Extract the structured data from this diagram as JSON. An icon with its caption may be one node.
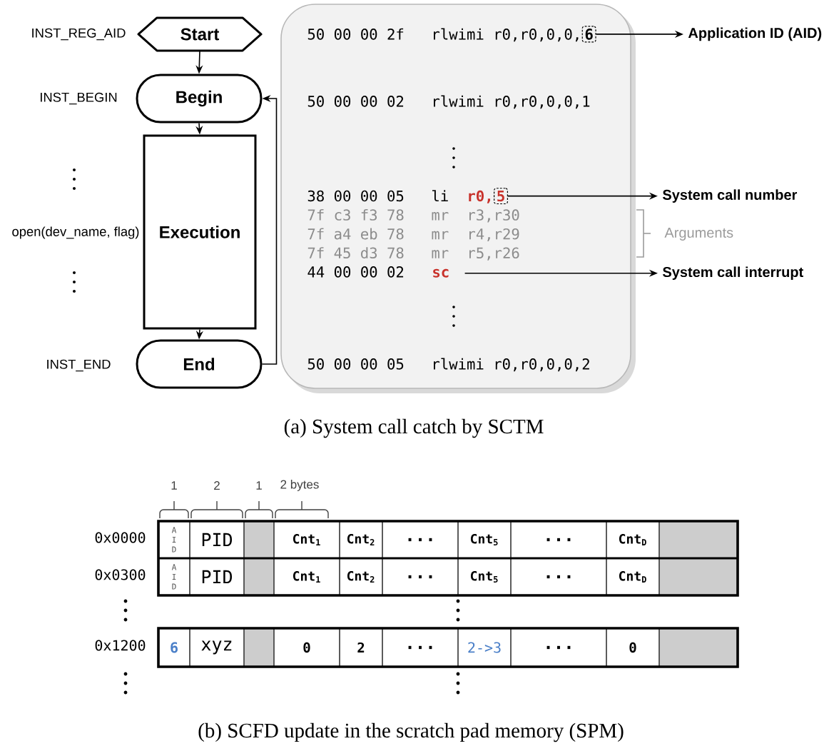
{
  "diagram": {
    "nodes": [
      {
        "text": [
          "Start"
        ],
        "beside": [
          "INST_REG_AID"
        ]
      },
      {
        "text": [
          "Begin"
        ],
        "beside": [
          "INST_BEGIN"
        ]
      },
      {
        "text": [
          "Execution"
        ],
        "beside": [
          "open(dev_name, flag)"
        ]
      },
      {
        "text": [
          "End"
        ],
        "beside": [
          "INST_END"
        ]
      },
      {
        "text": [
          "50 00 00 2f",
          "rlwimi r0,r0,0,0,",
          "50 00 00 02",
          "rlwimi r0,r0,0,0,1",
          "38 00 00 05",
          "li",
          "r0,",
          "7f c3 f3 78",
          "mr",
          "r3,r30",
          "7f a4 eb 78",
          "mr",
          "r4,r29",
          "7f 45 d3 78",
          "mr",
          "r5,r26",
          "44 00 00 02",
          "50 00 00 05",
          "rlwimi r0,r0,0,0,2"
        ]
      },
      {
        "text": [
          "6"
        ],
        "in": 4
      },
      {
        "text": [
          "5"
        ],
        "in": 4
      },
      {
        "text": [
          "sc"
        ],
        "in": 4
      },
      {
        "text": [
          "Application ID (AID)"
        ]
      },
      {
        "text": [
          "System call number"
        ]
      },
      {
        "text": [
          "System call interrupt"
        ]
      }
    ],
    "edges": [
      {
        "from": 0,
        "to": 1,
        "arrow": "to"
      },
      {
        "from": 1,
        "to": 2,
        "arrow": "to"
      },
      {
        "from": 2,
        "to": 3,
        "arrow": "to"
      },
      {
        "from": 3,
        "to": 1,
        "arrow": "to"
      },
      {
        "from": 5,
        "to": 8,
        "arrow": "to"
      },
      {
        "from": 6,
        "to": 9,
        "arrow": "to"
      },
      {
        "from": 7,
        "to": 10,
        "arrow": "to"
      }
    ],
    "labels": [
      "Arguments",
      "(a) System call catch by SCTM",
      "1",
      "2",
      "1",
      "2 bytes",
      "0x0000",
      "A I D",
      "PID",
      "Cnt$_{1}$",
      "Cnt$_{2}$",
      "...",
      "Cnt$_{5}$",
      "...",
      "Cnt$_{D}$",
      "0x0300",
      "A I D",
      "PID",
      "Cnt$_{1}$",
      "Cnt$_{2}$",
      "...",
      "Cnt$_{5}$",
      "...",
      "Cnt$_{D}$",
      "0x1200",
      "6",
      "xyz",
      "0",
      "2",
      "...",
      "2->3",
      "...",
      "0",
      "(b) SCFD update in the scratch pad memory (SPM)"
    ]
  }
}
